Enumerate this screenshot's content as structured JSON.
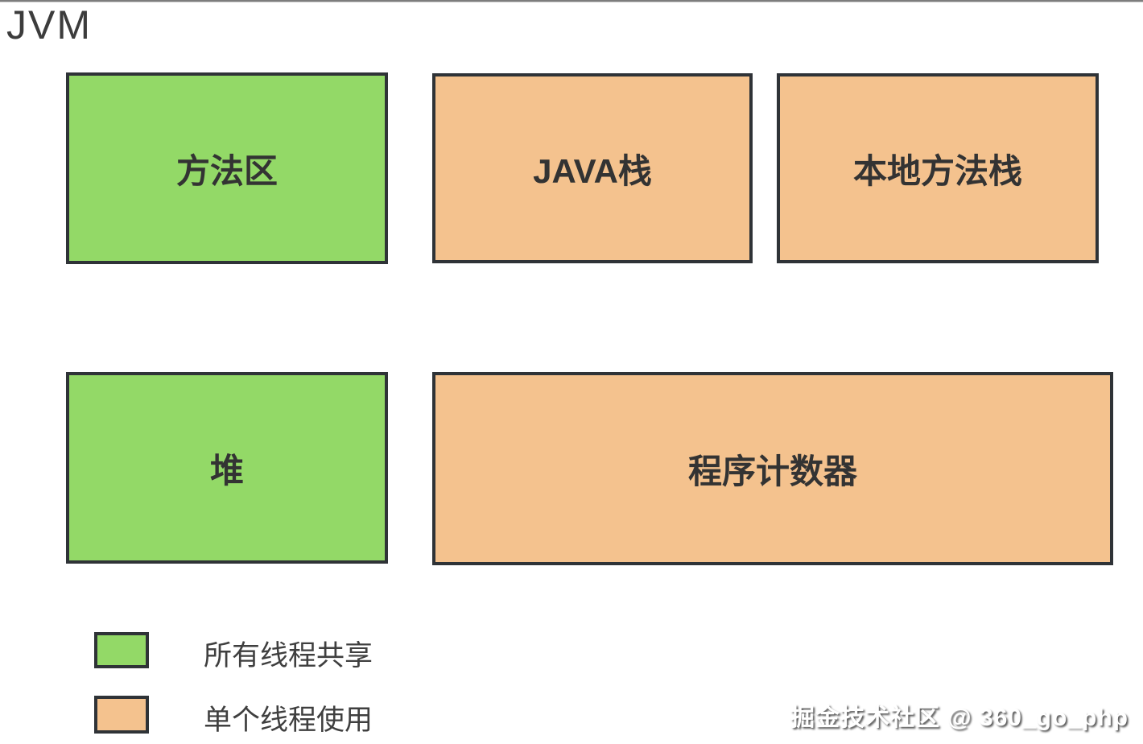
{
  "page": {
    "title": "JVM",
    "watermark": "掘金技术社区 @ 360_go_php"
  },
  "colors": {
    "shared_fill": "#93d967",
    "single_fill": "#f4c28e",
    "box_border": "#2f3337",
    "label_text": "#333333"
  },
  "boxes": [
    {
      "label": "方法区",
      "type": "shared",
      "fill": "#93d967"
    },
    {
      "label": "JAVA栈",
      "type": "single",
      "fill": "#f4c28e"
    },
    {
      "label": "本地方法栈",
      "type": "single",
      "fill": "#f4c28e"
    },
    {
      "label": "堆",
      "type": "shared",
      "fill": "#93d967"
    },
    {
      "label": "程序计数器",
      "type": "single",
      "fill": "#f4c28e"
    }
  ],
  "legend": [
    {
      "label": "所有线程共享",
      "swatch": "#93d967"
    },
    {
      "label": "单个线程使用",
      "swatch": "#f4c28e"
    }
  ]
}
